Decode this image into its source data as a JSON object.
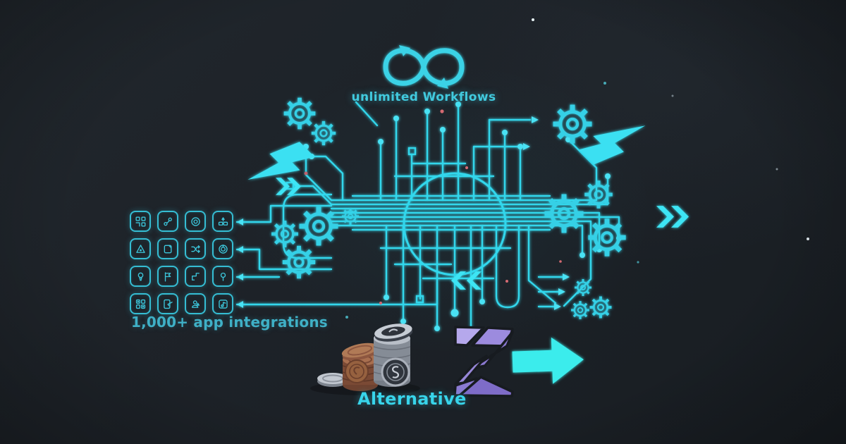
{
  "colors": {
    "background": "#1d2227",
    "accent_cyan": "#38dcef",
    "muted_cyan": "#3fb0c6",
    "zapier_purple": "#9b8ade",
    "coin_copper": "#a86f4f",
    "coin_silver": "#c2c8d0"
  },
  "header": {
    "icon": "infinity-arrows-icon",
    "title": "unlimited Workflows"
  },
  "integrations": {
    "caption": "1,000+ app integrations",
    "icons": [
      "app-grid",
      "link-nodes",
      "target-dial",
      "stack-boxes",
      "alert-triangle",
      "copy-document",
      "shuffle-arrows",
      "spiral-target",
      "lightbulb",
      "flag-marker",
      "pipe-wrench",
      "magnifier-pin",
      "tile-grid",
      "edit-document",
      "person-badge",
      "music-note"
    ]
  },
  "pricing": {
    "icon": "coin-stacks-icon",
    "caption": "Alternative"
  },
  "brand": {
    "logo_icon": "z-logo-icon",
    "arrow_icon": "right-arrow-icon"
  },
  "decor": {
    "icons": [
      "gear-icon",
      "lightning-bolt-icon",
      "circuit-traces",
      "chevron-right-icon",
      "chevron-left-icon",
      "particle-dots"
    ]
  }
}
